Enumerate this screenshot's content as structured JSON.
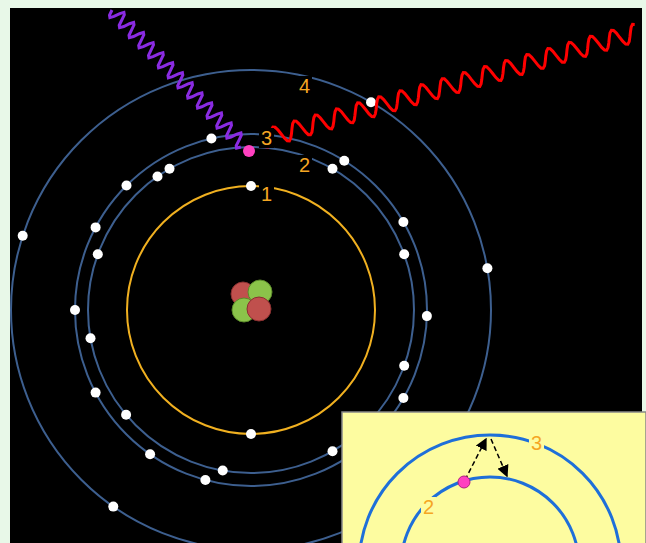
{
  "diagram": {
    "labels": [
      "4",
      "3",
      "2",
      "1",
      "3",
      "2"
    ]
  }
}
